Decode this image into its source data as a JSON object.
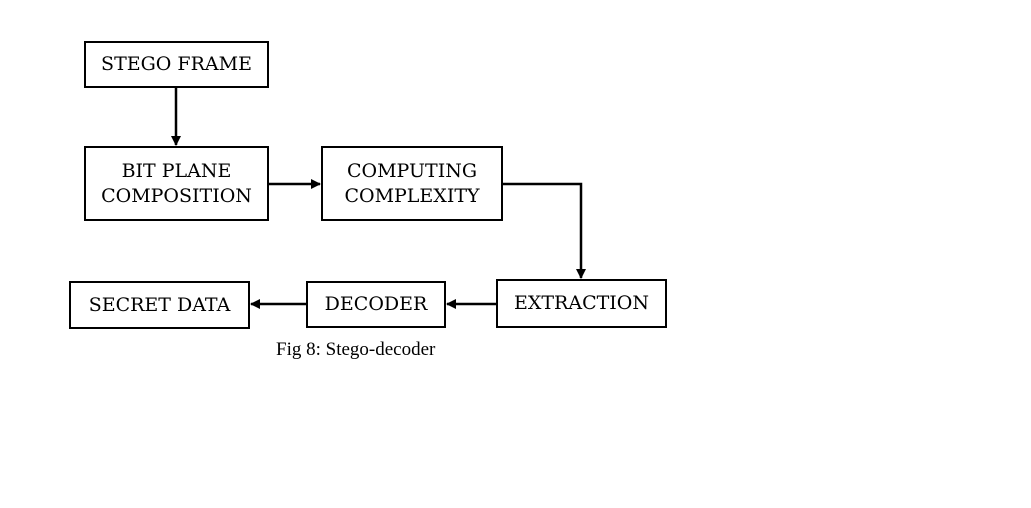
{
  "nodes": {
    "stego_frame": "STEGO FRAME",
    "bit_plane": "BIT PLANE\nCOMPOSITION",
    "computing_complexity": "COMPUTING\nCOMPLEXITY",
    "extraction": "EXTRACTION",
    "decoder": "DECODER",
    "secret_data": "SECRET DATA"
  },
  "caption": "Fig 8: Stego-decoder",
  "colors": {
    "stroke": "#000000",
    "background": "#ffffff"
  }
}
